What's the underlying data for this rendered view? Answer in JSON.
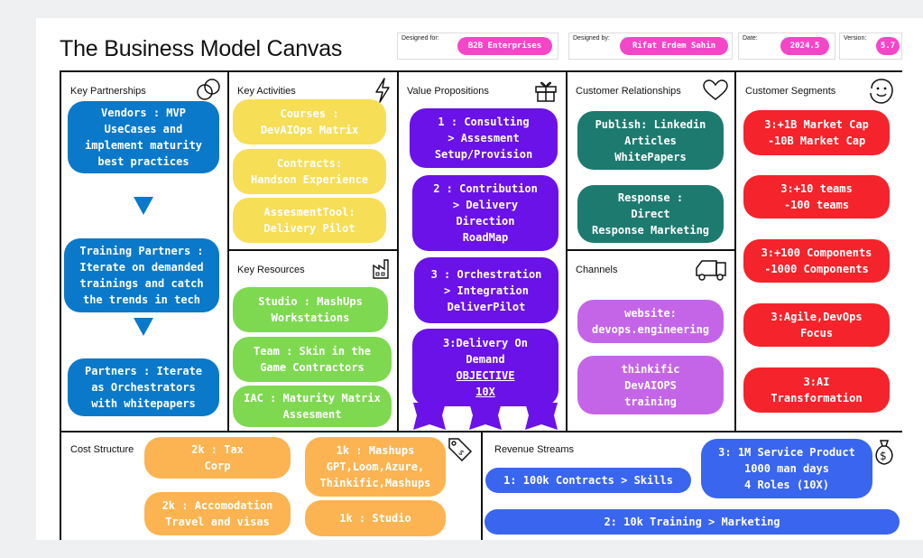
{
  "title": "The Business Model Canvas",
  "meta": {
    "designed_for_label": "Designed for:",
    "designed_for": "B2B Enterprises",
    "designed_by_label": "Designed by:",
    "designed_by": "Rifat Erdem Sahin",
    "date_label": "Date:",
    "date": "2024.5",
    "version_label": "Version:",
    "version": "5.7",
    "pill_color": "#f447c8"
  },
  "key_partnerships": {
    "title": "Key Partnerships",
    "icon": "link-icon",
    "notes": [
      "Vendors : MVP\nUseCases and\nimplement maturity\nbest practices",
      "Training Partners :\nIterate on demanded\ntrainings and catch\nthe trends in tech",
      "Partners : Iterate\nas Orchestrators\nwith whitepapers"
    ]
  },
  "key_activities": {
    "title": "Key Activities",
    "icon": "lightning-icon",
    "notes": [
      "Courses :\nDevAIOps Matrix",
      "Contracts:\nHandson Experience",
      "AssesmentTool:\nDelivery Pilot"
    ]
  },
  "key_resources": {
    "title": "Key Resources",
    "icon": "factory-icon",
    "notes": [
      "Studio : MashUps\nWorkstations",
      "Team : Skin in the\nGame Contractors",
      "IAC : Maturity Matrix\nAssesment"
    ]
  },
  "value_propositions": {
    "title": "Value Propositions",
    "icon": "gift-icon",
    "notes": [
      "1 : Consulting\n> Assesment\nSetup/Provision",
      "2 : Contribution\n> Delivery\nDirection\nRoadMap",
      "3 : Orchestration\n> Integration\nDeliverPilot"
    ],
    "delivery_line1": "3:Delivery On",
    "delivery_line2": "Demand",
    "delivery_line3": "OBJECTIVE",
    "delivery_line4": "10X"
  },
  "customer_relationships": {
    "title": "Customer Relationships",
    "icon": "heart-icon",
    "notes": [
      "Publish: Linkedin\nArticles\nWhitePapers",
      "Response :\nDirect\nResponse Marketing"
    ]
  },
  "channels": {
    "title": "Channels",
    "icon": "truck-icon",
    "notes": [
      "website:\ndevops.engineering",
      "thinkific\nDevAIOPS\ntraining"
    ]
  },
  "customer_segments": {
    "title": "Customer Segments",
    "icon": "smiley-icon",
    "notes": [
      "3:+1B  Market Cap\n-10B Market Cap",
      "3:+10 teams\n-100 teams",
      "3:+100 Components\n-1000 Components",
      "3:Agile,DevOps\nFocus",
      "3:AI\nTransformation"
    ]
  },
  "cost_structure": {
    "title": "Cost Structure",
    "icon": "price-tag-icon",
    "notes": [
      "2k : Tax\nCorp",
      "1k : Mashups\nGPT,Loom,Azure,\nThinkific,Mashups",
      "2k : Accomodation\nTravel and visas",
      "1k : Studio"
    ]
  },
  "revenue_streams": {
    "title": "Revenue Streams",
    "icon": "money-bag-icon",
    "notes": [
      "1: 100k Contracts > Skills",
      "3: 1M Service Product\n1000 man days\n4 Roles (10X)",
      "2: 10k Training > Marketing"
    ]
  }
}
